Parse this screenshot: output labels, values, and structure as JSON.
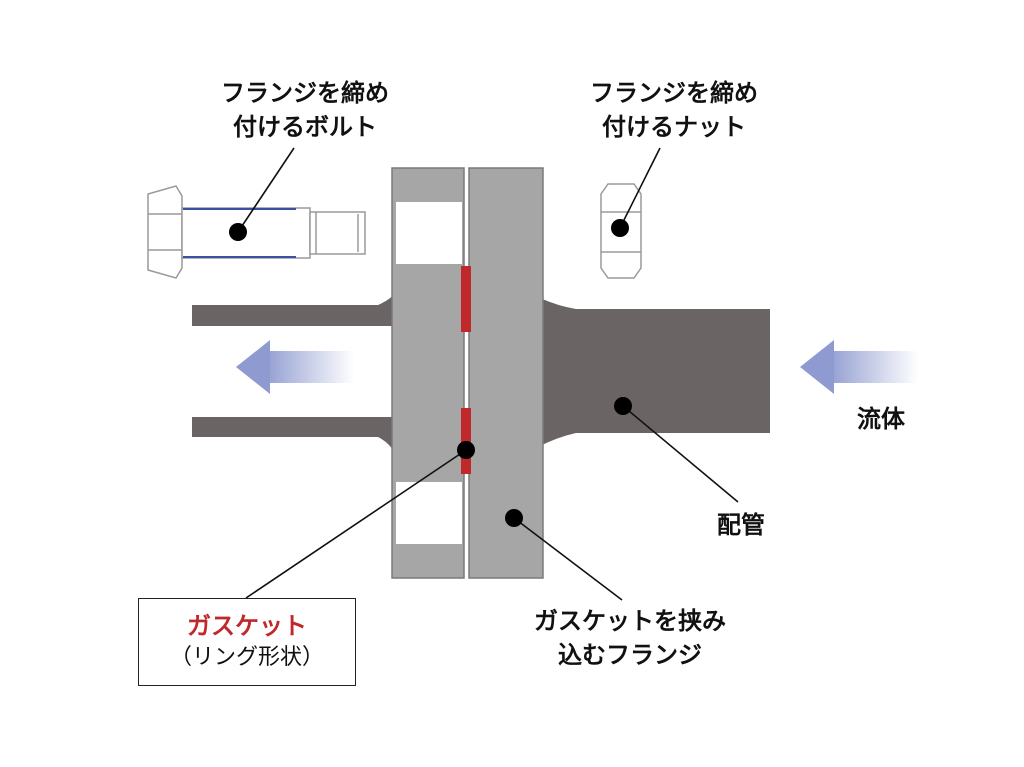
{
  "labels": {
    "bolt_line1": "フランジを締め",
    "bolt_line2": "付けるボルト",
    "nut_line1": "フランジを締め",
    "nut_line2": "付けるナット",
    "fluid": "流体",
    "pipe": "配管",
    "flange_line1": "ガスケットを挟み",
    "flange_line2": "込むフランジ",
    "gasket_title": "ガスケット",
    "gasket_sub": "（リング形状）"
  },
  "colors": {
    "pipe": "#6b6464",
    "flange": "#a6a6a6",
    "gasket": "#c0282c",
    "arrow_head": "#8f9bd0",
    "gasket_title": "#c0282c",
    "bolt_thread": "#3a4fa8"
  }
}
